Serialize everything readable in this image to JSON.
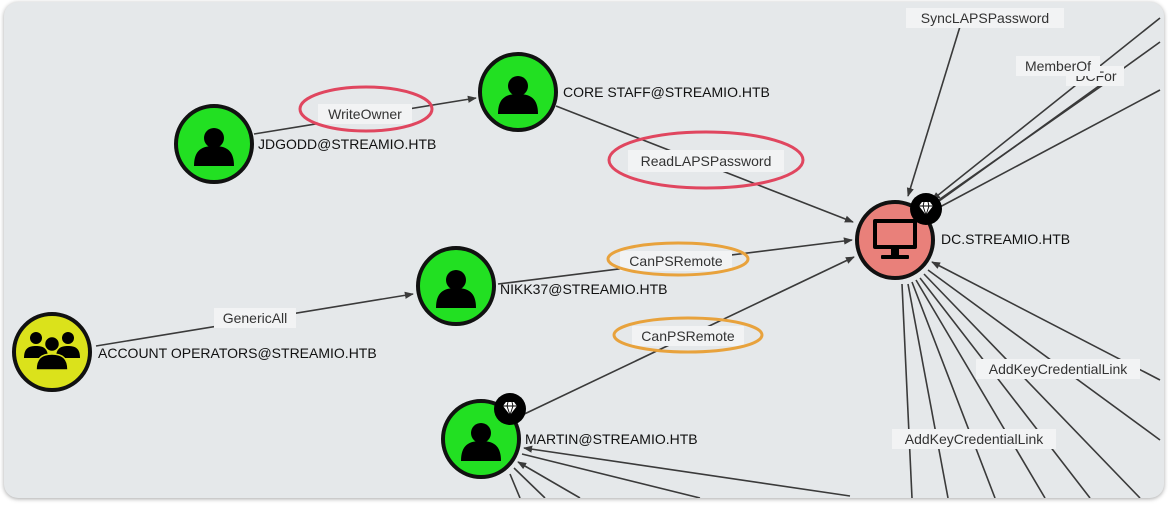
{
  "nodes": {
    "jdgodd": {
      "label": "JDGODD@STREAMIO.HTB",
      "type": "user",
      "color": "#22e022",
      "highvalue": false
    },
    "core_staff": {
      "label": "CORE STAFF@STREAMIO.HTB",
      "type": "group",
      "color": "#22e022",
      "highvalue": false
    },
    "nikk37": {
      "label": "NIKK37@STREAMIO.HTB",
      "type": "user",
      "color": "#22e022",
      "highvalue": false
    },
    "account_operators": {
      "label": "ACCOUNT OPERATORS@STREAMIO.HTB",
      "type": "group",
      "color": "#dbe21b",
      "highvalue": false
    },
    "martin": {
      "label": "MARTIN@STREAMIO.HTB",
      "type": "user",
      "color": "#22e022",
      "highvalue": true
    },
    "dc": {
      "label": "DC.STREAMIO.HTB",
      "type": "computer",
      "color": "#e9807a",
      "highvalue": true
    }
  },
  "edges": {
    "write_owner": {
      "label": "WriteOwner",
      "from": "JDGODD@STREAMIO.HTB",
      "to": "CORE STAFF@STREAMIO.HTB",
      "highlight": "#e0465f"
    },
    "read_laps": {
      "label": "ReadLAPSPassword",
      "from": "CORE STAFF@STREAMIO.HTB",
      "to": "DC.STREAMIO.HTB",
      "highlight": "#e0465f"
    },
    "generic_all": {
      "label": "GenericAll",
      "from": "ACCOUNT OPERATORS@STREAMIO.HTB",
      "to": "NIKK37@STREAMIO.HTB"
    },
    "canpsremote_nikk": {
      "label": "CanPSRemote",
      "from": "NIKK37@STREAMIO.HTB",
      "to": "DC.STREAMIO.HTB",
      "highlight": "#e8a23c"
    },
    "canpsremote_martin": {
      "label": "CanPSRemote",
      "from": "MARTIN@STREAMIO.HTB",
      "to": "DC.STREAMIO.HTB",
      "highlight": "#e8a23c"
    },
    "sync_laps": {
      "label": "SyncLAPSPassword"
    },
    "member_of": {
      "label": "MemberOf"
    },
    "dcfor": {
      "label": "DCFor"
    },
    "addkey_1": {
      "label": "AddKeyCredentialLink"
    },
    "addkey_2": {
      "label": "AddKeyCredentialLink"
    }
  }
}
